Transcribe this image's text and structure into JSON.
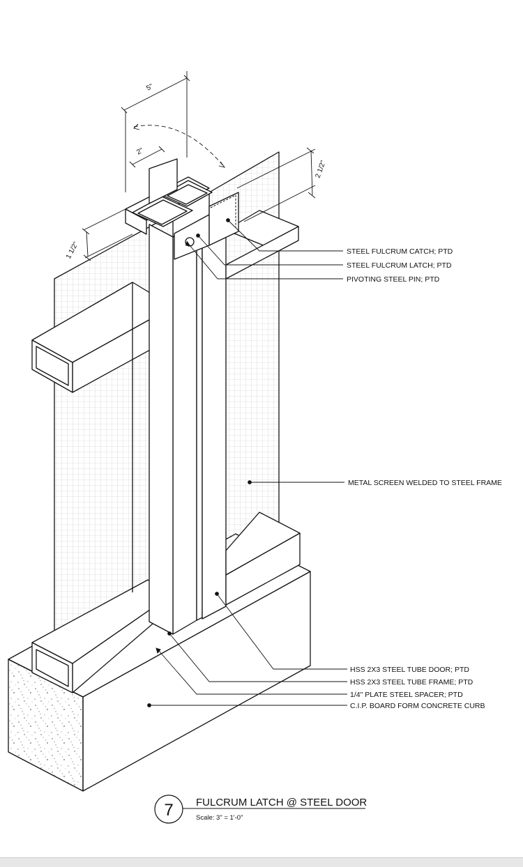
{
  "drawing": {
    "number": "7",
    "title": "FULCRUM LATCH @ STEEL DOOR",
    "scale": "Scale:  3\" = 1'-0\""
  },
  "dimensions": {
    "d1": "5\"",
    "d2": "2\"",
    "d3": "2 1/2\"",
    "d4": "1 1/2\""
  },
  "callouts": [
    "STEEL FULCRUM CATCH; PTD",
    "STEEL FULCRUM LATCH; PTD",
    "PIVOTING STEEL PIN; PTD",
    "METAL SCREEN WELDED TO STEEL FRAME",
    "HSS 2X3 STEEL TUBE DOOR; PTD",
    "HSS 2X3 STEEL TUBE FRAME; PTD",
    "1/4\" PLATE STEEL SPACER; PTD",
    "C.I.P. BOARD FORM CONCRETE CURB"
  ],
  "colors": {
    "line": "#111111",
    "grid": "#c4c4c4",
    "concrete_speckle": "#8a8a8a",
    "background": "#ffffff"
  }
}
